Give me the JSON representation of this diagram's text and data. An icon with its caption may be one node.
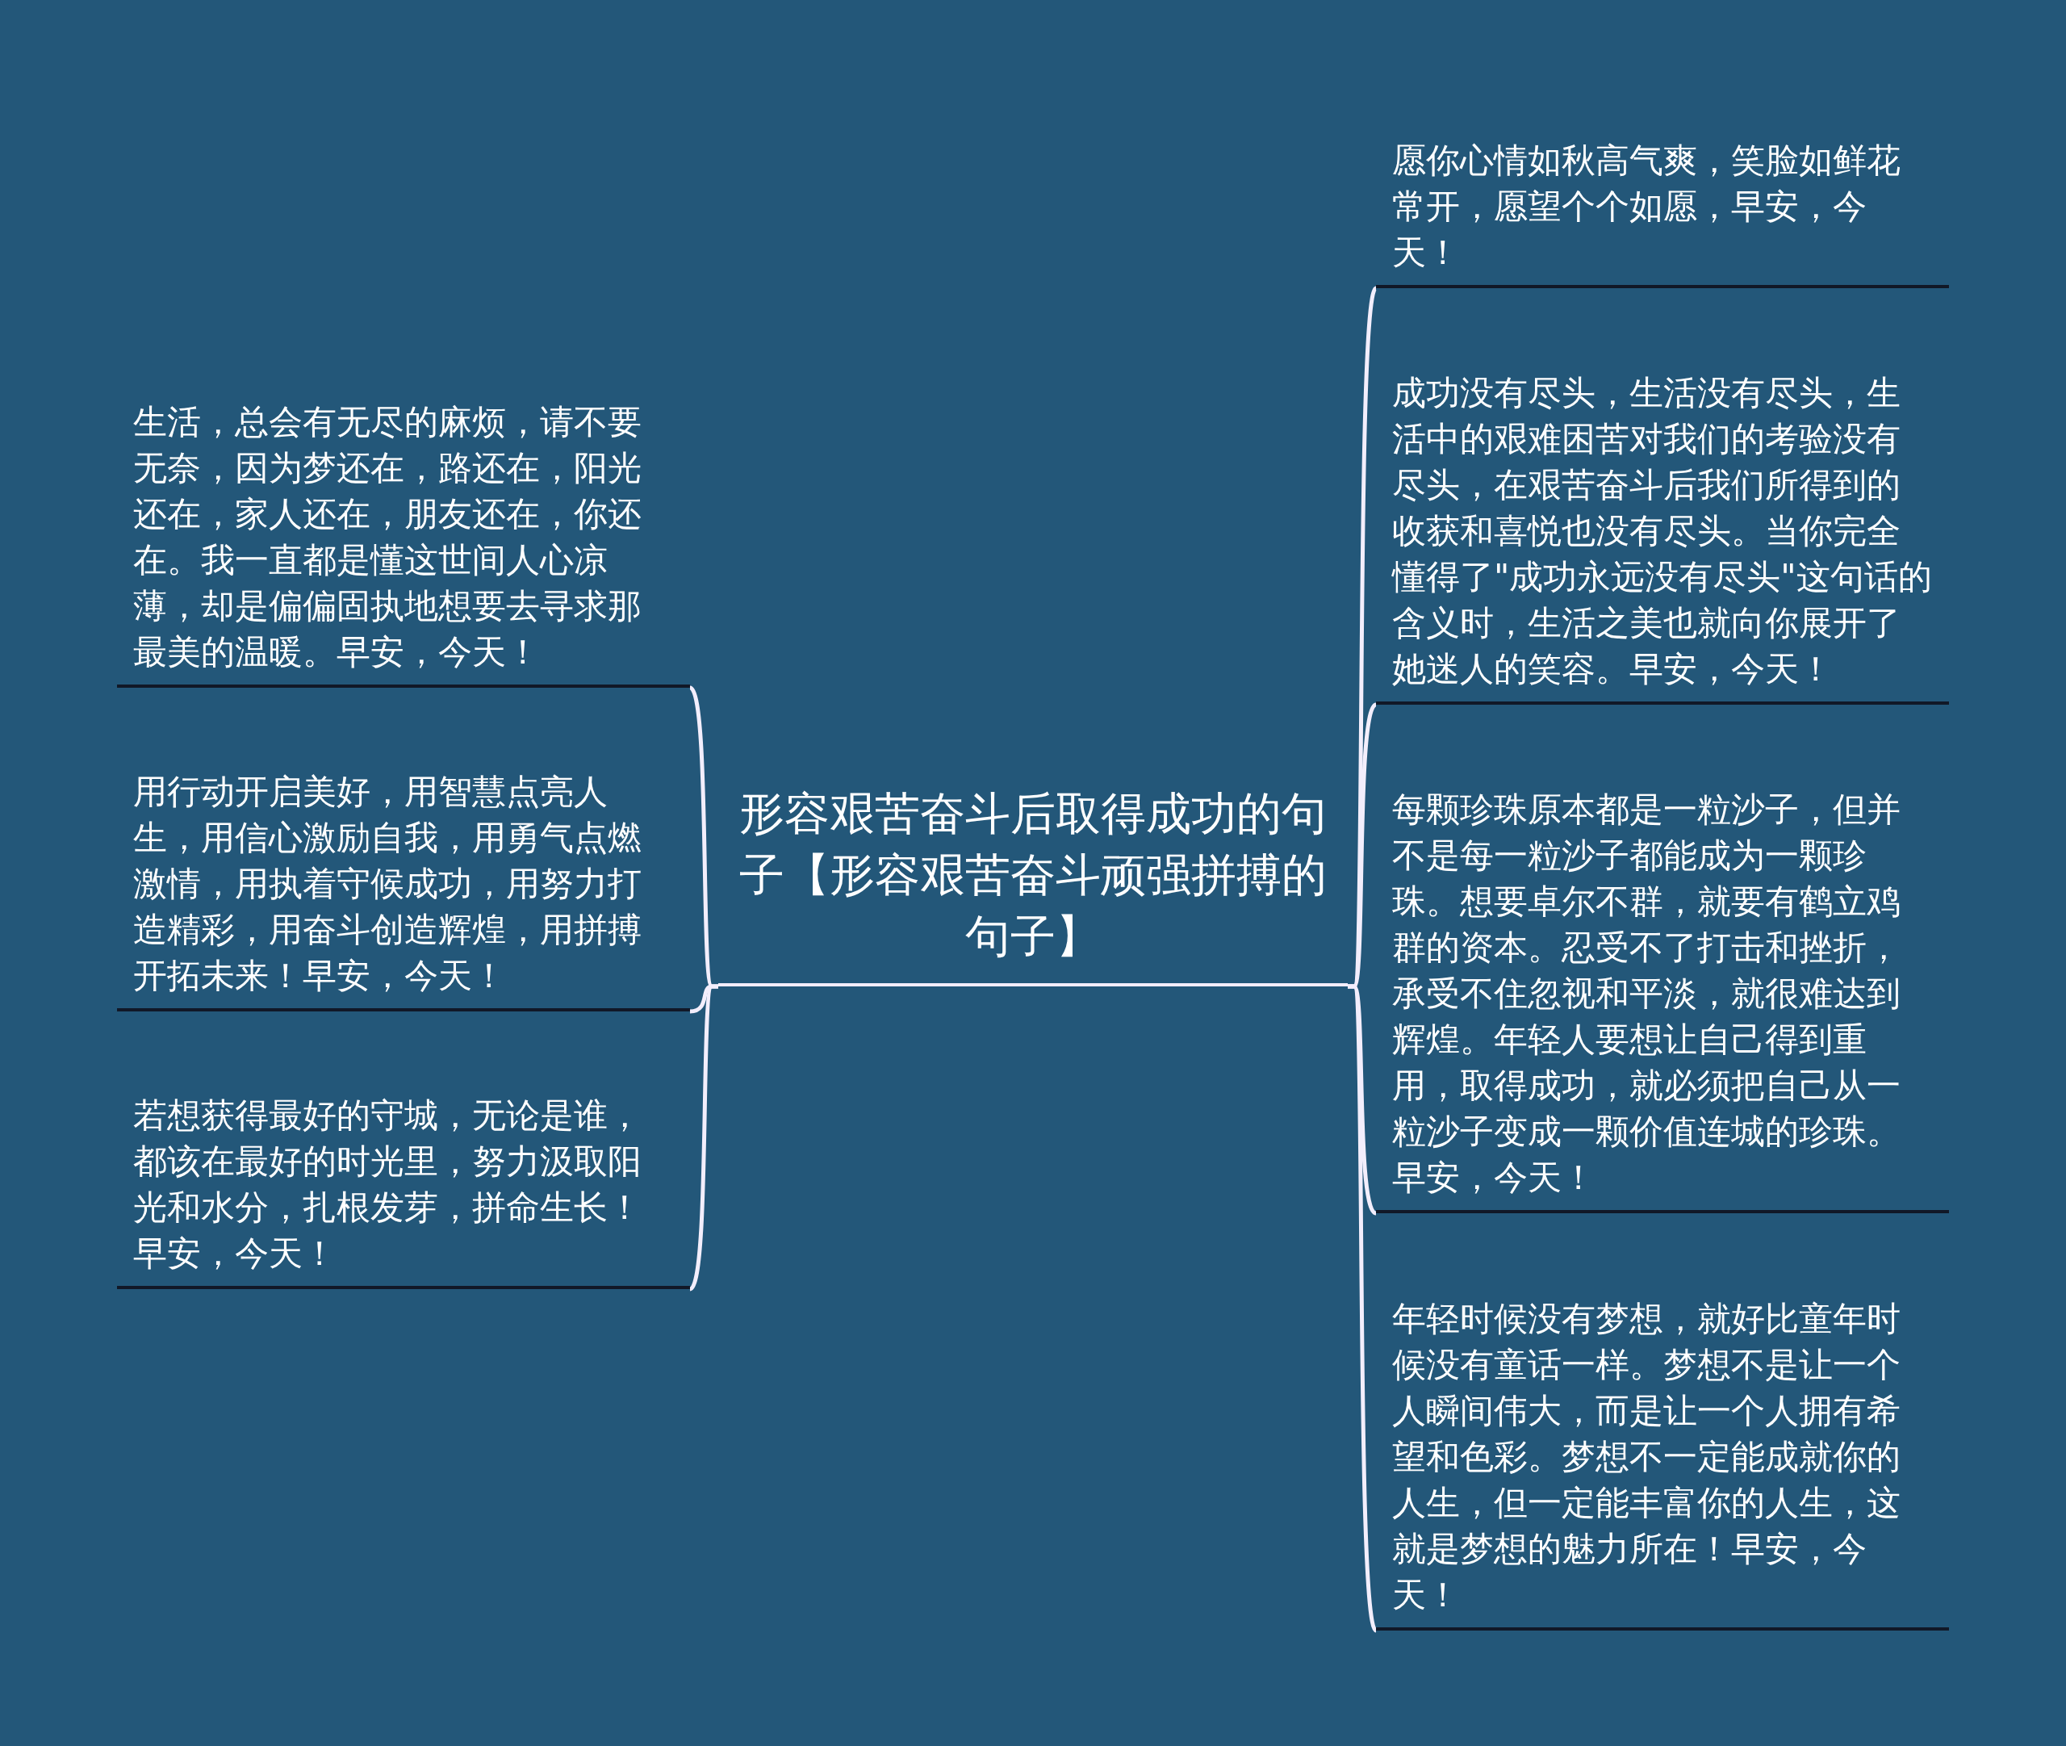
{
  "diagram": {
    "nodes": [
      {
        "text": [
          "形容艰苦奋斗后取得成功的句子【形容艰苦奋斗顽强拼搏的句子】"
        ]
      },
      {
        "text": [
          "生活，总会有无尽的麻烦，请不要无奈，因为梦还在，路还在，阳光还在，家人还在，朋友还在，你还在。我一直都是懂这世间人心凉薄，却是偏偏固执地想要去寻求那最美的温暖。早安，今天！"
        ]
      },
      {
        "text": [
          "用行动开启美好，用智慧点亮人生，用信心激励自我，用勇气点燃激情，用执着守候成功，用努力打造精彩，用奋斗创造辉煌，用拼搏开拓未来！早安，今天！"
        ]
      },
      {
        "text": [
          "若想获得最好的守城，无论是谁，都该在最好的时光里，努力汲取阳光和水分，扎根发芽，拼命生长！早安，今天！"
        ]
      },
      {
        "text": [
          "愿你心情如秋高气爽，笑脸如鲜花常开，愿望个个如愿，早安，今天！"
        ]
      },
      {
        "text": [
          "成功没有尽头，生活没有尽头，生活中的艰难困苦对我们的考验没有尽头，在艰苦奋斗后我们所得到的收获和喜悦也没有尽头。当你完全懂得了\"成功永远没有尽头\"这句话的含义时，生活之美也就向你展开了她迷人的笑容。早安，今天！"
        ]
      },
      {
        "text": [
          "每颗珍珠原本都是一粒沙子，但并不是每一粒沙子都能成为一颗珍珠。想要卓尔不群，就要有鹤立鸡群的资本。忍受不了打击和挫折，承受不住忽视和平淡，就很难达到辉煌。年轻人要想让自己得到重用，取得成功，就必须把自己从一粒沙子变成一颗价值连城的珍珠。早安，今天！"
        ]
      },
      {
        "text": [
          "年轻时候没有梦想，就好比童年时候没有童话一样。梦想不是让一个人瞬间伟大，而是让一个人拥有希望和色彩。梦想不一定能成就你的人生，但一定能丰富你的人生，这就是梦想的魅力所在！早安，今天！"
        ]
      }
    ],
    "edges": [
      {
        "from": 0,
        "to": 1,
        "arrow": "none"
      },
      {
        "from": 0,
        "to": 2,
        "arrow": "none"
      },
      {
        "from": 0,
        "to": 3,
        "arrow": "none"
      },
      {
        "from": 0,
        "to": 4,
        "arrow": "none"
      },
      {
        "from": 0,
        "to": 5,
        "arrow": "none"
      },
      {
        "from": 0,
        "to": 6,
        "arrow": "none"
      },
      {
        "from": 0,
        "to": 7,
        "arrow": "none"
      }
    ]
  }
}
